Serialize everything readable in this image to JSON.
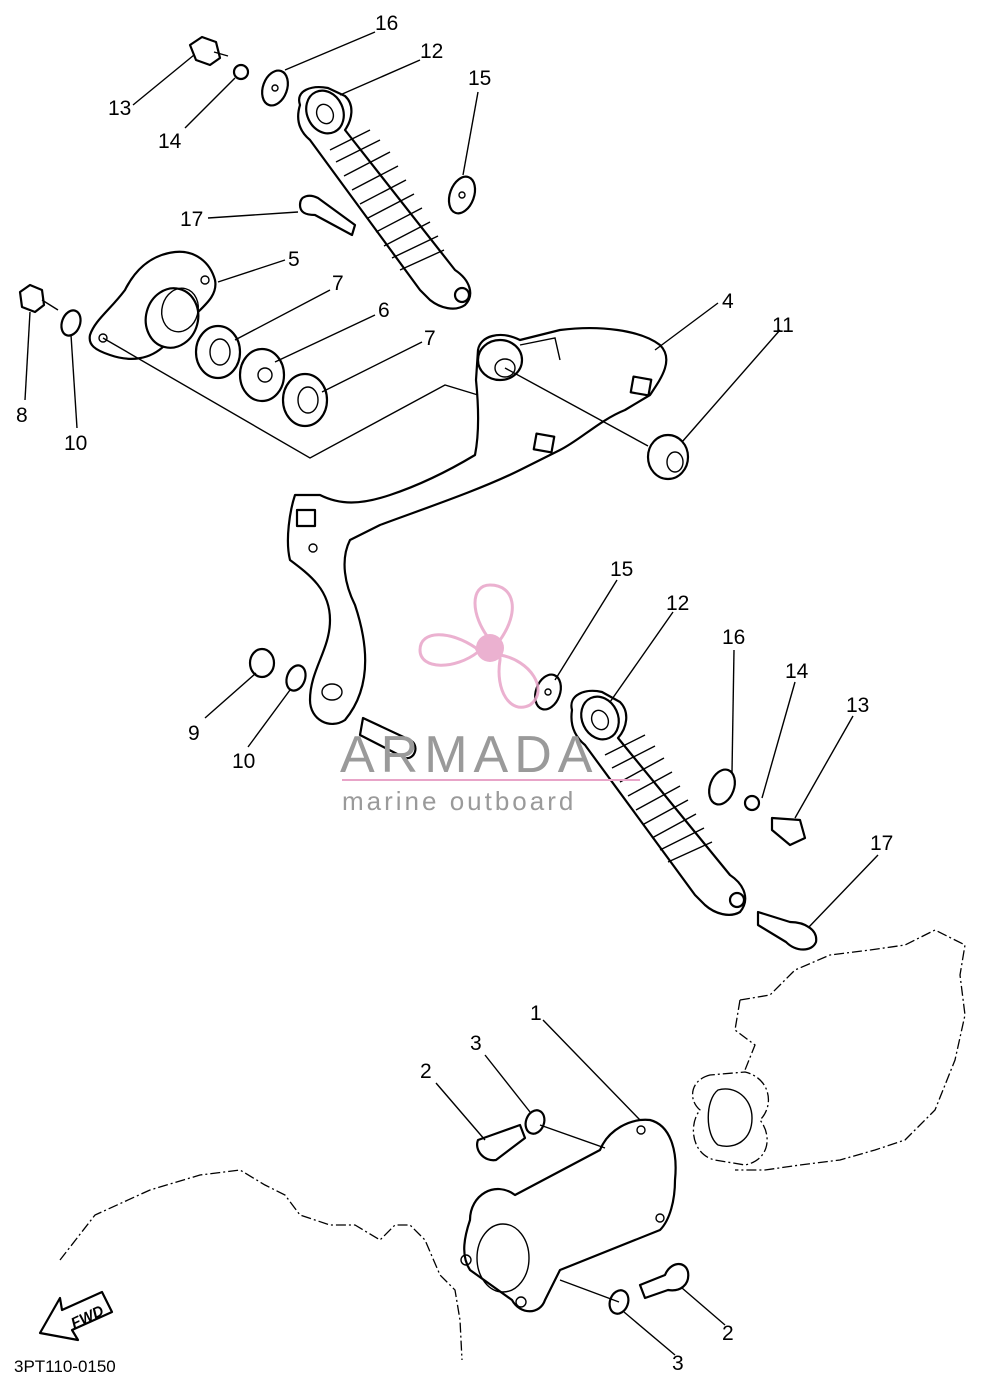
{
  "diagram": {
    "drawing_code": "3PT110-0150",
    "forward_arrow_label": "FWD",
    "watermark": {
      "brand": "ARMADA",
      "tagline": "marine outboard",
      "brand_color": "#e8a4c8",
      "text_color": "#9a9a9a"
    },
    "callouts": [
      {
        "id": "c16a",
        "label": "16"
      },
      {
        "id": "c12a",
        "label": "12"
      },
      {
        "id": "c13a",
        "label": "13"
      },
      {
        "id": "c14a",
        "label": "14"
      },
      {
        "id": "c15a",
        "label": "15"
      },
      {
        "id": "c17a",
        "label": "17"
      },
      {
        "id": "c5",
        "label": "5"
      },
      {
        "id": "c7a",
        "label": "7"
      },
      {
        "id": "c6",
        "label": "6"
      },
      {
        "id": "c7b",
        "label": "7"
      },
      {
        "id": "c8",
        "label": "8"
      },
      {
        "id": "c10a",
        "label": "10"
      },
      {
        "id": "c4",
        "label": "4"
      },
      {
        "id": "c11",
        "label": "11"
      },
      {
        "id": "c15b",
        "label": "15"
      },
      {
        "id": "c12b",
        "label": "12"
      },
      {
        "id": "c16b",
        "label": "16"
      },
      {
        "id": "c14b",
        "label": "14"
      },
      {
        "id": "c13b",
        "label": "13"
      },
      {
        "id": "c9",
        "label": "9"
      },
      {
        "id": "c10b",
        "label": "10"
      },
      {
        "id": "c17b",
        "label": "17"
      },
      {
        "id": "c1",
        "label": "1"
      },
      {
        "id": "c3a",
        "label": "3"
      },
      {
        "id": "c2a",
        "label": "2"
      },
      {
        "id": "c2b",
        "label": "2"
      },
      {
        "id": "c3b",
        "label": "3"
      }
    ]
  }
}
